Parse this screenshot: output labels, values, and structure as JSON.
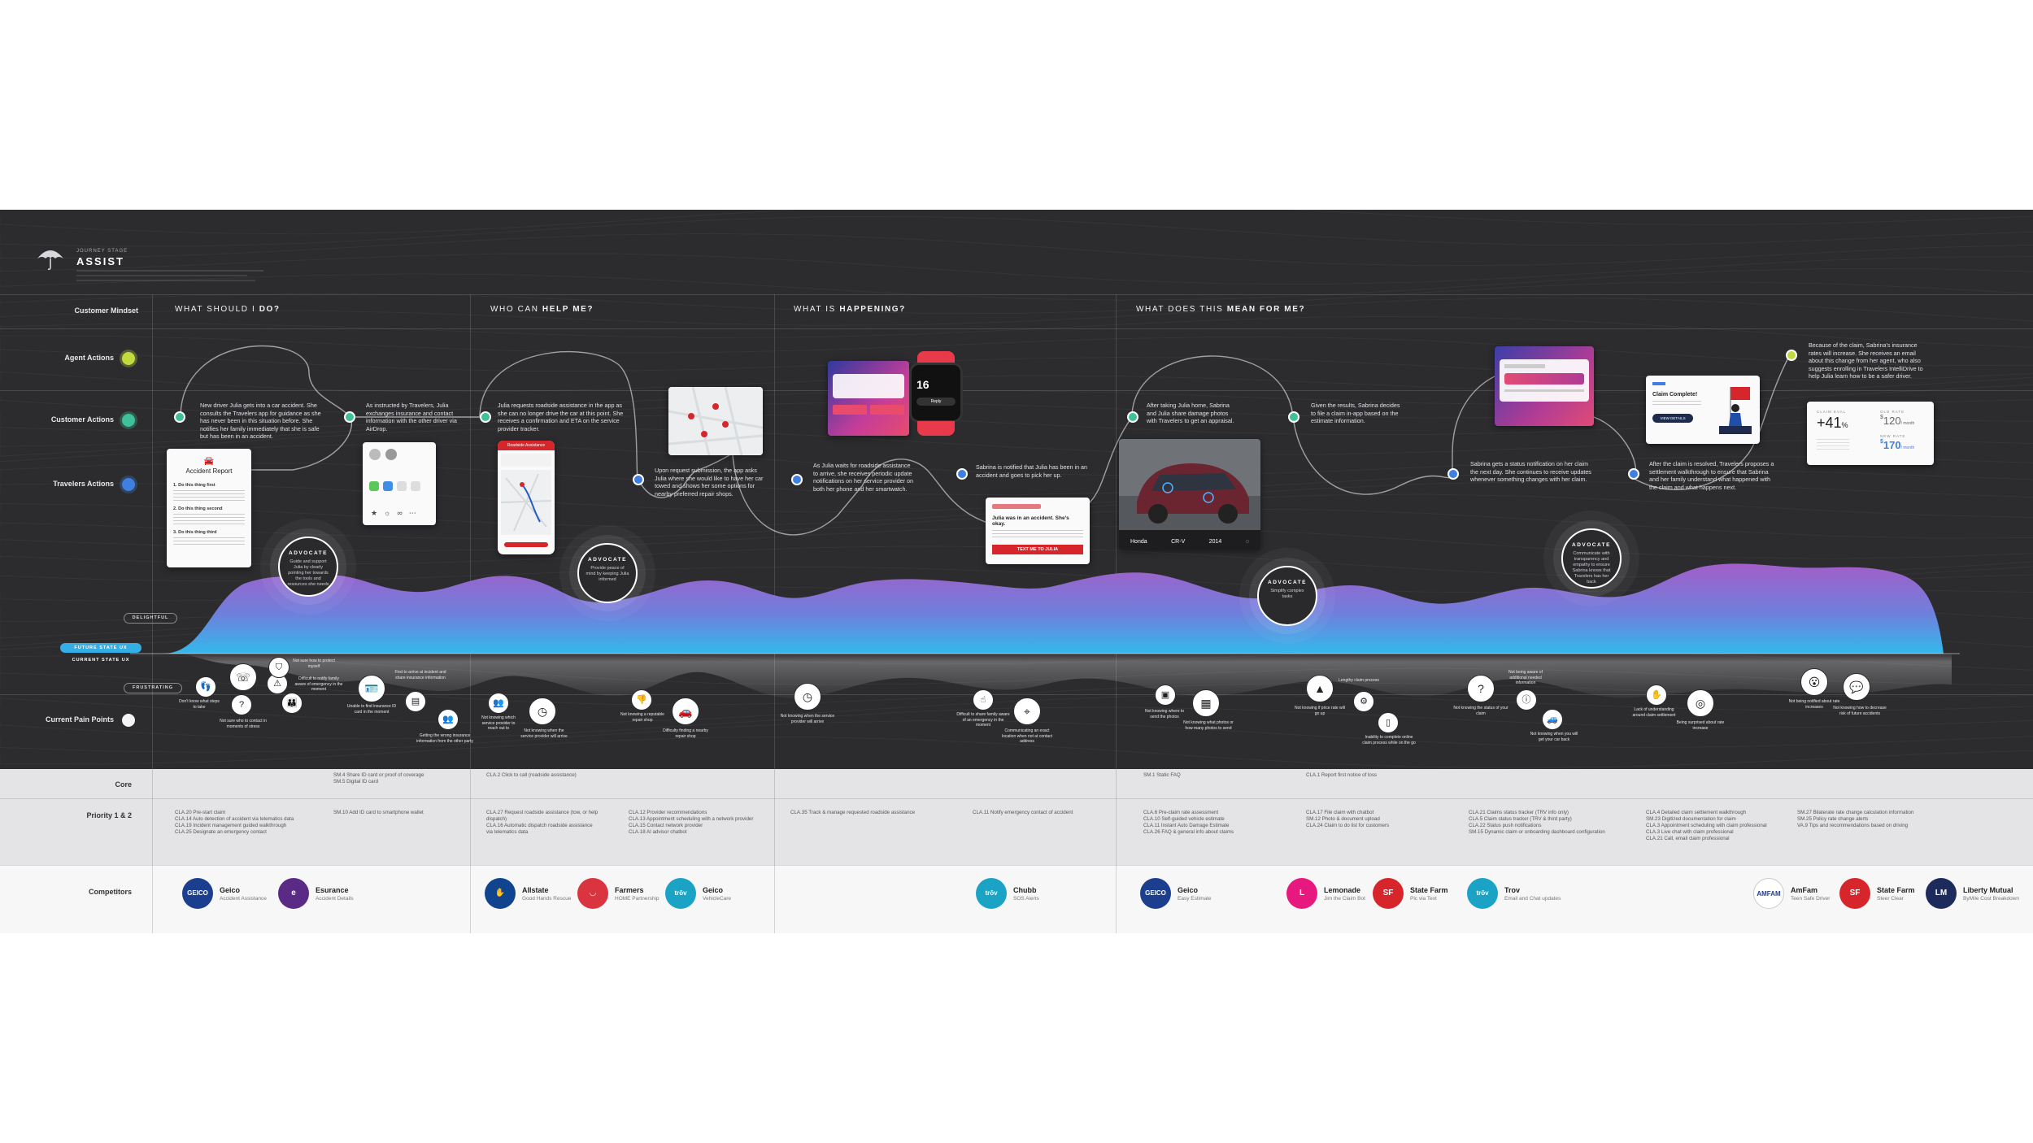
{
  "stage": {
    "label": "JOURNEY STAGE",
    "title": "ASSIST"
  },
  "rows": {
    "mindset": "Customer Mindset",
    "agent": "Agent Actions",
    "customer": "Customer Actions",
    "travelers": "Travelers Actions",
    "delightful": "DELIGHTFUL",
    "future": "FUTURE STATE UX",
    "current": "CURRENT STATE UX",
    "frustrating": "FRUSTRATING",
    "pain": "Current Pain Points",
    "core": "Core",
    "priority": "Priority 1 & 2",
    "competitors": "Competitors"
  },
  "mindsets": [
    {
      "pre": "WHAT SHOULD I ",
      "em": "DO?"
    },
    {
      "pre": "WHO CAN ",
      "em": "HELP ME?"
    },
    {
      "pre": "WHAT IS ",
      "em": "HAPPENING?"
    },
    {
      "pre": "WHAT DOES THIS ",
      "em": "MEAN FOR ME?"
    }
  ],
  "notes": [
    "New driver Julia gets into a car accident. She consults the Travelers app for guidance as she has never been in this situation before. She notifies her family immediately that she is safe but has been in an accident.",
    "As instructed by Travelers, Julia exchanges insurance and contact information with the other driver via AirDrop.",
    "Julia requests roadside assistance in the app as she can no longer drive the car at this point. She receives a confirmation and ETA on the service provider tracker.",
    "Upon request submission, the app asks Julia where she would like to have her car towed and shows her some options for nearby preferred repair shops.",
    "As Julia waits for roadside assistance to arrive, she receives periodic update notifications on her service provider on both her phone and her smartwatch.",
    "Sabrina is notified that Julia has been in an accident and goes to pick her up.",
    "After taking Julia home, Sabrina and Julia share damage photos with Travelers to get an appraisal.",
    "Given the results, Sabrina decides to file a claim in-app based on the estimate information.",
    "Sabrina gets a status notification on her claim the next day. She continues to receive updates whenever something changes with her claim.",
    "After the claim is resolved, Travelers proposes a settlement walkthrough to ensure that Sabrina and her family understand what happened with the claim and what happens next.",
    "Because of the claim, Sabrina's insurance rates will increase. She receives an email about this change from her agent, who also suggests enrolling in Travelers IntelliDrive to help Julia learn how to be a safer driver."
  ],
  "advocates": [
    {
      "title": "ADVOCATE",
      "sub": "Guide and support Julia by clearly pointing her towards the tools and resources she needs"
    },
    {
      "title": "ADVOCATE",
      "sub": "Provide peace of mind by keeping Julia informed"
    },
    {
      "title": "ADVOCATE",
      "sub": "Simplify complex tasks"
    },
    {
      "title": "ADVOCATE",
      "sub": "Communicate with transparency and empathy to ensure Sabrina knows that Travelers has her back"
    }
  ],
  "cards": {
    "report_title": "Accident Report",
    "report_items": [
      "1. Do this thing first",
      "2. Do this thing second",
      "3. Do this thing third"
    ],
    "assist_title": "Roadside Assistance",
    "notif_title": "Julia was in an accident. She's okay.",
    "notif_button": "TEXT ME TO JULIA",
    "car_make": "Honda",
    "car_model": "CR-V",
    "car_year": "2014",
    "claim_title": "Claim Complete!",
    "claim_button": "VIEW DETAILS",
    "rate_change": "+41",
    "rate_change_unit": "%",
    "rate_label": "CLAIM EVAL",
    "old_rate_label": "OLD RATE",
    "old_rate": "120",
    "new_rate_label": "NEW RATE",
    "new_rate": "170",
    "rate_unit": "/ month",
    "watch_time": "16",
    "watch_reply": "Reply"
  },
  "pain_points": [
    "Don't know what steps to take",
    "Not sure who to contact in moments of stress",
    "Not sure how to protect myself",
    "Difficult to notify family aware of emergency in the moment",
    "Unable to find insurance ID card in the moment",
    "First to arrive at incident and share insurance information",
    "Getting the wrong insurance information from the other party",
    "Not knowing which service provider to reach out to",
    "Not knowing when the service provider will arrive",
    "Not knowing a reputable repair shop",
    "Difficulty finding a nearby repair shop",
    "Not knowing when the service provider will arrive",
    "Difficult to share family aware of an emergency in the moment",
    "Communicating an exact location when not at contact address",
    "Not knowing where to send the photos",
    "Not knowing what photos or how many photos to send",
    "Not knowing if price rate will go up",
    "Lengthy claim process",
    "Inability to complete online claim process while on the go",
    "Not knowing the status of your claim",
    "Not being aware of additional needed information",
    "Not knowing when you will get your car back",
    "Lack of understanding around claim settlement",
    "Being surprised about rate increase",
    "Not being notified about rate increases",
    "Not knowing how to decrease risk of future accidents"
  ],
  "core": [
    "SM.4 Share ID card or proof of coverage\nSM.5 Digital ID card",
    "CLA.2 Click to call (roadside assistance)",
    "SM.1 Static FAQ",
    "CLA.1 Report first notice of loss"
  ],
  "priority": [
    "CLA.20 Pre-start claim\nCLA.14 Auto detection of accident via telematics data\nCLA.19 Incident management guided walkthrough\nCLA.25 Designate an emergency contact",
    "SM.10 Add ID card to smartphone wallet",
    "CLA.27 Request roadside assistance (tow, or help dispatch)\nCLA.16 Automatic dispatch roadside assistance via telematics data",
    "CLA.12 Provider recommendations\nCLA.13 Appointment scheduling with a network provider\nCLA.15 Contact network provider\nCLA.18 AI advisor chatbot",
    "CLA.35 Track & manage requested roadside assistance",
    "CLA.11 Notify emergency contact of accident",
    "CLA.6 Pre-claim rate assessment\nCLA.10 Self-guided vehicle estimate\nCLA.11 Instant Auto Damage Estimate\nCLA.26 FAQ & general info about claims",
    "CLA.17 File claim with chatbot\nSM.12 Photo & document upload\nCLA.24 Claim to do list for customers",
    "CLA.21 Claims status tracker (TRV info only)\nCLA.5 Claim status tracker (TRV & third party)\nCLA.22 Status push notifications\nSM.15 Dynamic claim or onboarding dashboard configuration",
    "CLA.4 Detailed claim settlement walkthrough\nSM.23 Digitized documentation for claim\nCLA.3 Appointment scheduling with claim professional\nCLA.3 Live chat with claim professional\nCLA.21 Call, email claim professional",
    "SM.27 Bilaterate rate change calculation information\nSM.25 Policy rate change alerts\nVA.9 Tips and recommendations based on driving"
  ],
  "competitors": [
    {
      "name": "Geico",
      "feature": "Accident Assistance",
      "color": "#1b3f8e",
      "mark": "GEICO"
    },
    {
      "name": "Esurance",
      "feature": "Accident Details",
      "color": "#5a2a86",
      "mark": "e"
    },
    {
      "name": "Allstate",
      "feature": "Good Hands Rescue",
      "color": "#10448f",
      "mark": "✋"
    },
    {
      "name": "Farmers",
      "feature": "HOME Partnership",
      "color": "#d9343f",
      "mark": "◡"
    },
    {
      "name": "Geico",
      "feature": "VehicleCare",
      "color": "#1ba3c6",
      "mark": "trōv"
    },
    {
      "name": "Chubb",
      "feature": "SOS Alerts",
      "color": "#1ba3c6",
      "mark": "trōv"
    },
    {
      "name": "Geico",
      "feature": "Easy Estimate",
      "color": "#1b3f8e",
      "mark": "GEICO"
    },
    {
      "name": "Lemonade",
      "feature": "Jim the Claim Bot",
      "color": "#e8197e",
      "mark": "L"
    },
    {
      "name": "State Farm",
      "feature": "Pic via Text",
      "color": "#d7252c",
      "mark": "SF"
    },
    {
      "name": "Trov",
      "feature": "Email and Chat updates",
      "color": "#1ba3c6",
      "mark": "trōv"
    },
    {
      "name": "AmFam",
      "feature": "Teen Safe Driver",
      "color": "#ffffff",
      "mark": "AMFAM"
    },
    {
      "name": "State Farm",
      "feature": "Steer Clear",
      "color": "#d7252c",
      "mark": "SF"
    },
    {
      "name": "Liberty Mutual",
      "feature": "ByMile Cost Breakdown",
      "color": "#1d2a5c",
      "mark": "LM"
    }
  ],
  "colors": {
    "agent": "#c3d940",
    "customer": "#3fbf9a",
    "travelers": "#3f7fdf",
    "future_top": "#8f55c9",
    "future_bottom": "#35b3e6"
  }
}
